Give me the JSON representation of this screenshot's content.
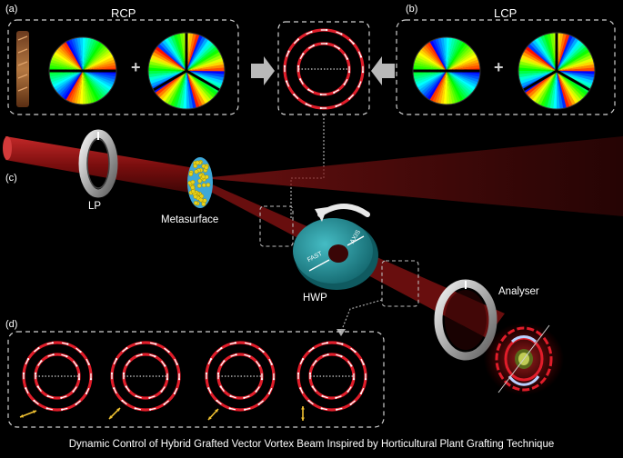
{
  "panels": {
    "a": {
      "tag": "(a)",
      "title": "RCP"
    },
    "b": {
      "tag": "(b)",
      "title": "LCP"
    },
    "c": {
      "tag": "(c)"
    },
    "d": {
      "tag": "(d)"
    }
  },
  "plus_sign": "+",
  "components": {
    "lp": "LP",
    "metasurface": "Metasurface",
    "hwp": "HWP",
    "analyser": "Analyser",
    "fast_axis": "FAST",
    "slow_axis": "AXIS"
  },
  "caption": "Dynamic Control of Hybrid Grafted Vector Vortex Beam Inspired by Horticultural Plant Grafting Technique",
  "colors": {
    "beam": "#8b1414",
    "ring": "#e11d2a",
    "arrow": "#ffffff",
    "hwp": "#1f8e96",
    "polarizer_arrow": "#f1c232"
  }
}
